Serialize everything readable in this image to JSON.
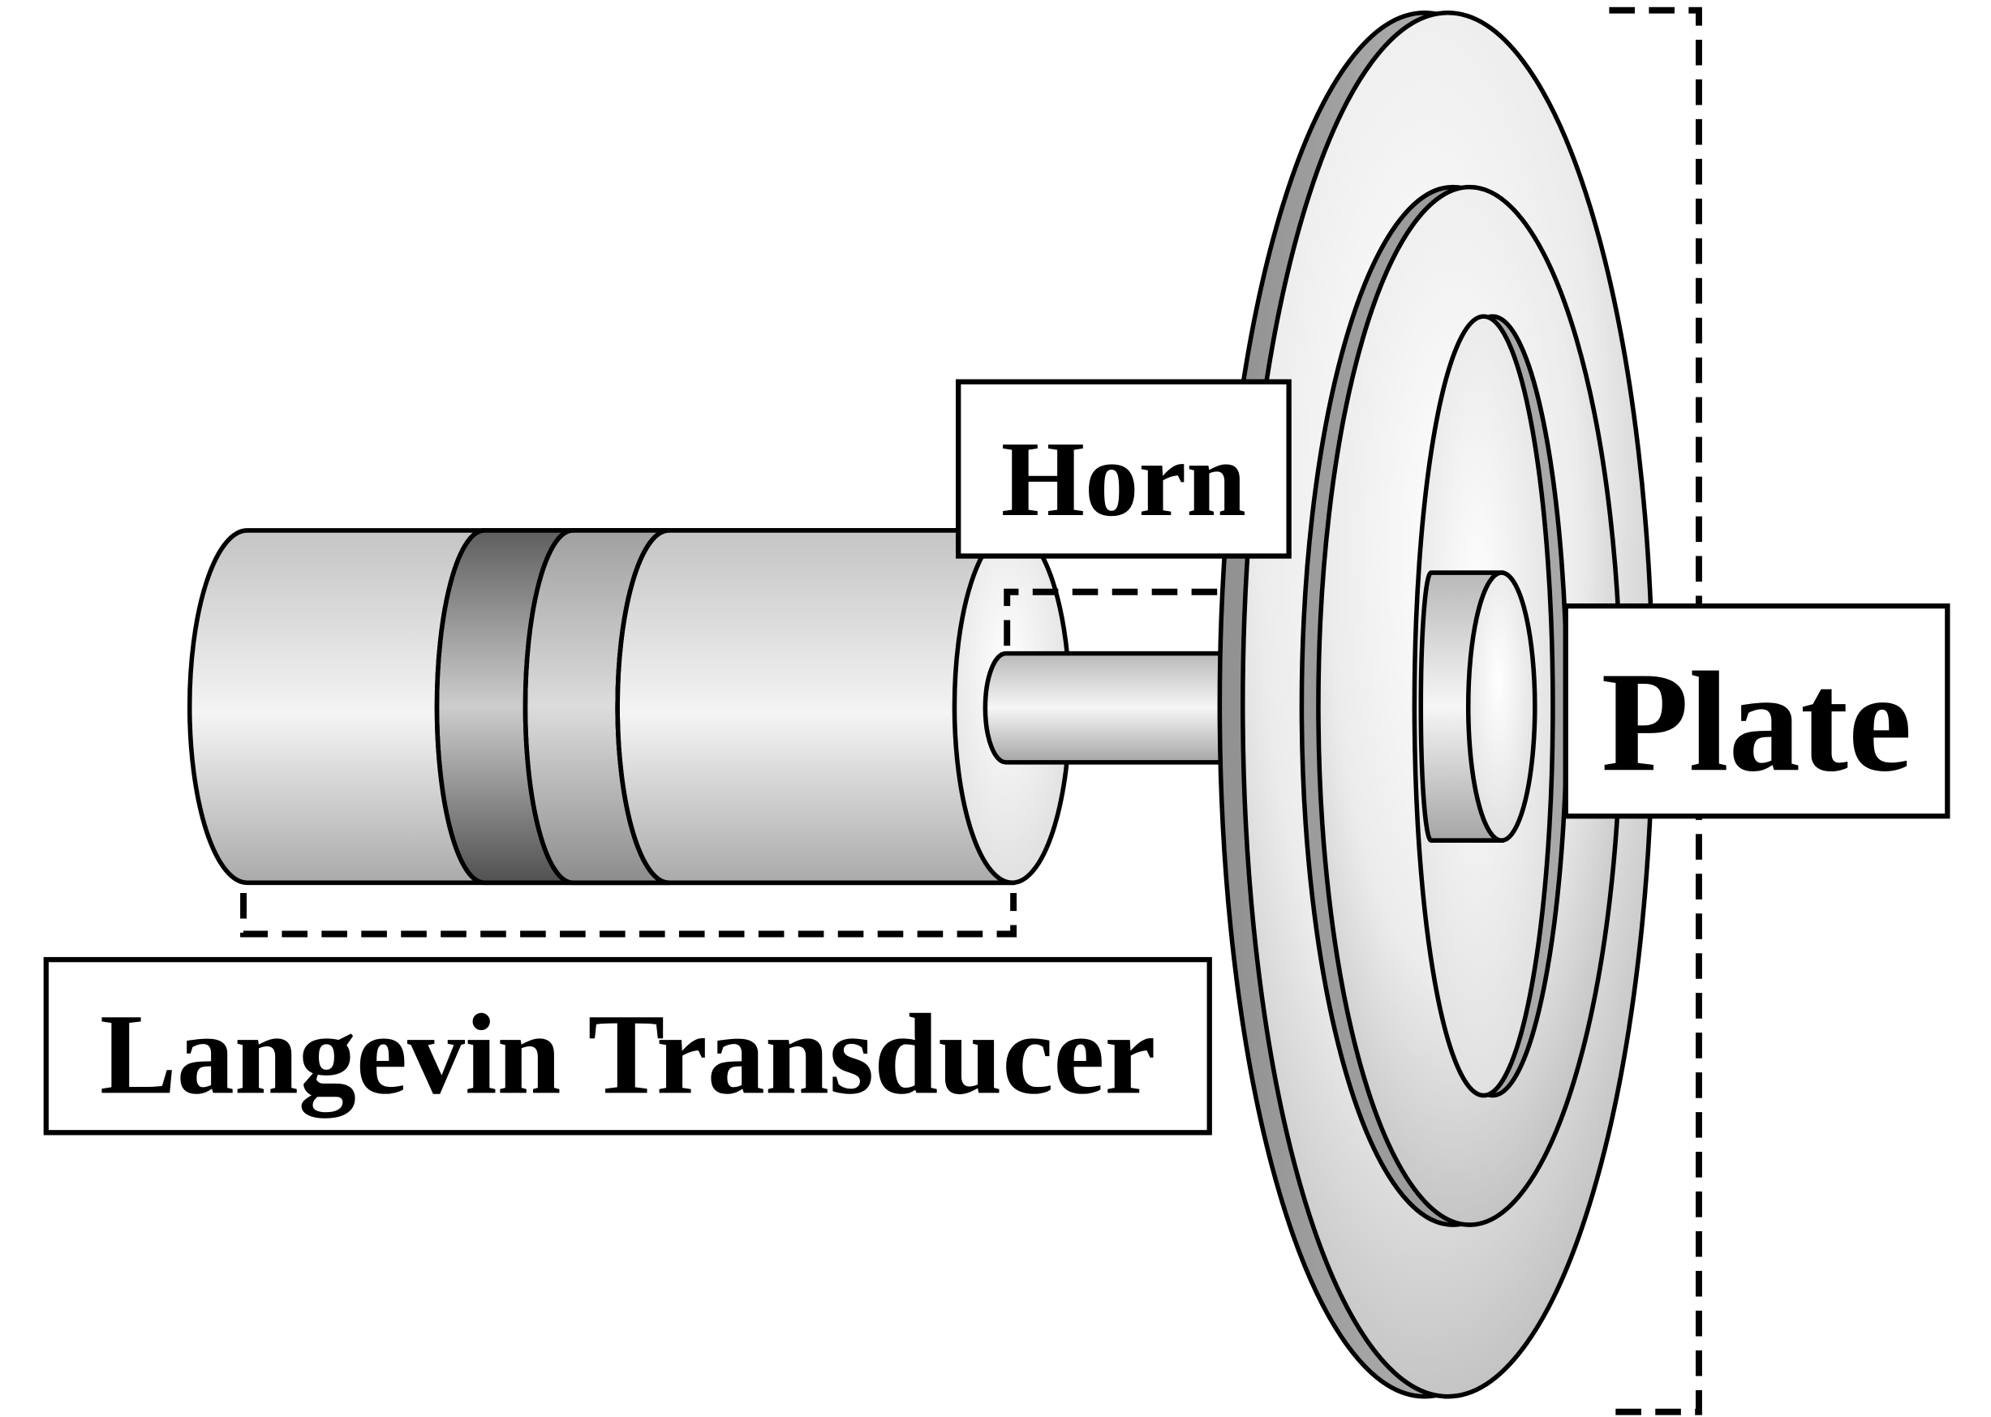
{
  "labels": {
    "horn": "Horn",
    "plate": "Plate",
    "transducer": "Langevin Transducer"
  },
  "colors": {
    "stroke": "#000000",
    "background": "#ffffff",
    "metal_light": "#f4f4f4",
    "metal_mid": "#c4c4c4",
    "metal_dark": "#5a5a5a"
  }
}
